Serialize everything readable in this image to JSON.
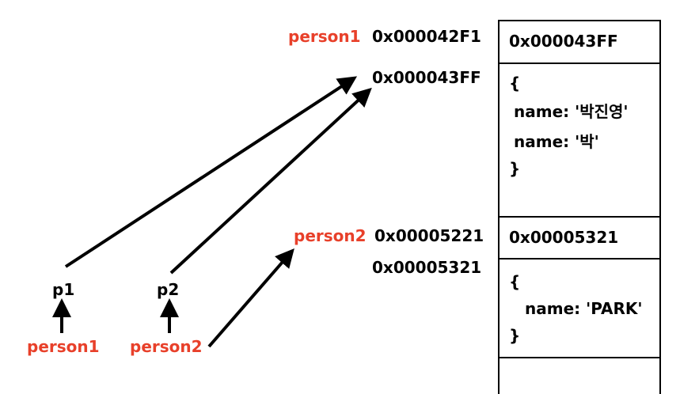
{
  "memory_labels": {
    "person1_var": "person1",
    "person1_addr": "0x000042F1",
    "obj1_addr": "0x000043FF",
    "person2_var": "person2",
    "person2_addr": "0x00005221",
    "obj2_addr": "0x00005321"
  },
  "memory_cells": {
    "cell1_value": "0x000043FF",
    "obj1_open": "{",
    "obj1_line1": "name: '박진영'",
    "obj1_line2": "name: '박'",
    "obj1_close": "}",
    "cell2_value": "0x00005321",
    "obj2_open": "{",
    "obj2_line1": "name: 'PARK'",
    "obj2_close": "}"
  },
  "params": {
    "p1": "p1",
    "p2": "p2",
    "person1": "person1",
    "person2": "person2"
  },
  "colors": {
    "accent_red": "#e8402a",
    "line": "#000000"
  }
}
